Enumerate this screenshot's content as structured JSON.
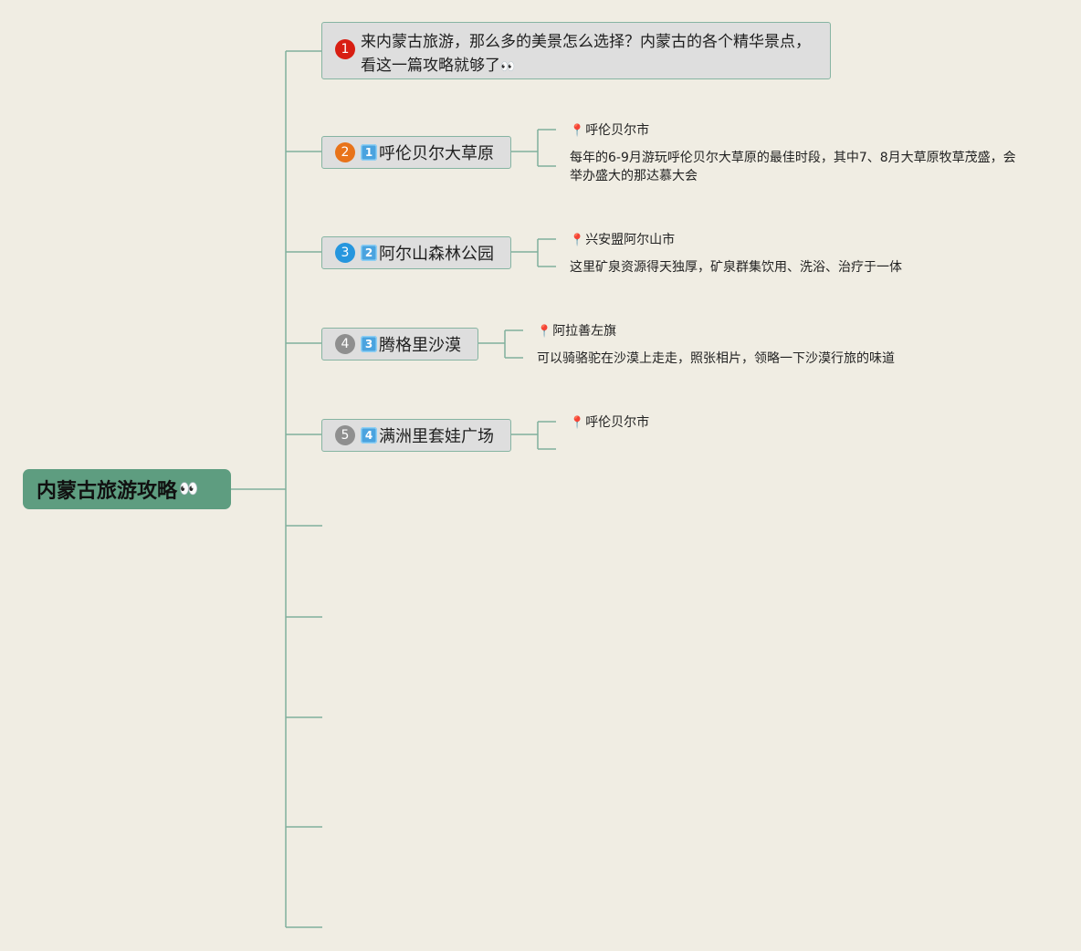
{
  "root": {
    "title": "内蒙古旅游攻略",
    "emoji": "👀"
  },
  "marker_colors": [
    "#d81e12",
    "#e8731a",
    "#2696de",
    "#8f8f8f",
    "#8f8f8f"
  ],
  "topics": [
    {
      "marker": "1",
      "text": "来内蒙古旅游，那么多的美景怎么选择？内蒙古的各个精华景点，看这一篇攻略就够了",
      "emoji": "👀"
    },
    {
      "marker": "2",
      "keycap": "1",
      "label": "呼伦贝尔大草原",
      "location": "呼伦贝尔市",
      "description": "每年的6-9月游玩呼伦贝尔大草原的最佳时段，其中7、8月大草原牧草茂盛，会举办盛大的那达慕大会"
    },
    {
      "marker": "3",
      "keycap": "2",
      "label": "阿尔山森林公园",
      "location": "兴安盟阿尔山市",
      "description": "这里矿泉资源得天独厚，矿泉群集饮用、洗浴、治疗于一体"
    },
    {
      "marker": "4",
      "keycap": "3",
      "label": "腾格里沙漠",
      "location": "阿拉善左旗",
      "description": "可以骑骆驼在沙漠上走走，照张相片，领略一下沙漠行旅的味道"
    },
    {
      "marker": "5",
      "keycap": "4",
      "label": "满洲里套娃广场",
      "location": "呼伦贝尔市",
      "description": ""
    }
  ],
  "icons": {
    "location": "pin-icon",
    "keycap": "keycap-digit-icon",
    "marker": "priority-marker-icon",
    "emoji": "eyes-emoji-icon"
  },
  "line_color": "#7fb09c",
  "root_color": "#5e9d80"
}
